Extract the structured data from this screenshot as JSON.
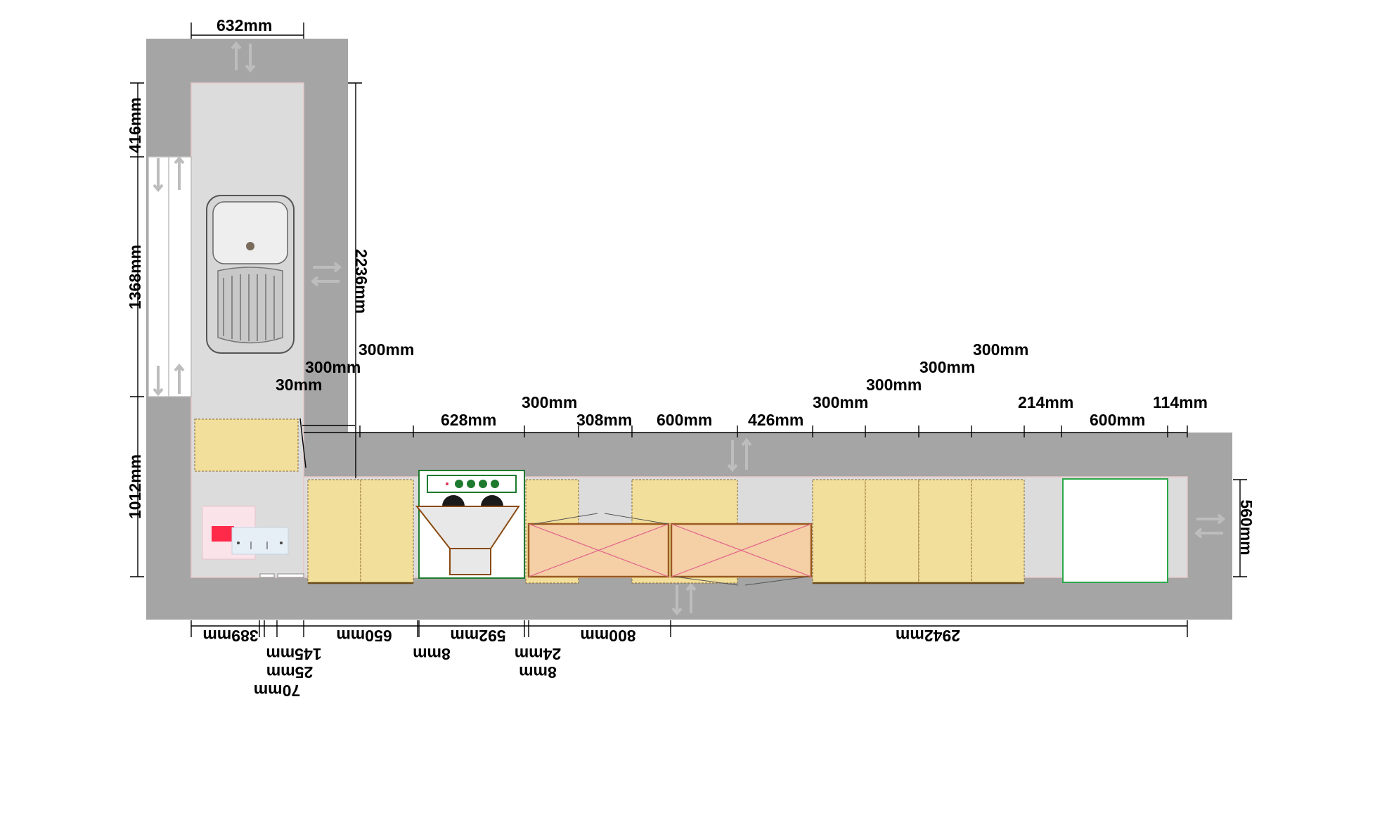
{
  "dimensions": {
    "top_width": "632mm",
    "left_upper": "416mm",
    "left_window": "1368mm",
    "left_lower": "1012mm",
    "right_run_height": "2236mm",
    "right_depth": "560mm",
    "label_300_a": "300mm",
    "label_300_b": "300mm",
    "label_30": "30mm",
    "top_row": [
      "628mm",
      "300mm",
      "308mm",
      "600mm",
      "426mm",
      "300mm",
      "300mm",
      "300mm",
      "300mm",
      "214mm",
      "600mm",
      "114mm"
    ],
    "bottom_row": [
      "389mm",
      "650mm",
      "592mm",
      "800mm",
      "2942mm"
    ],
    "bottom_stack_left": [
      "145mm",
      "25mm",
      "70mm"
    ],
    "bottom_8a": "8mm",
    "bottom_24": "24mm",
    "bottom_8b": "8mm"
  },
  "colors": {
    "wall": "#a5a5a5",
    "floor": "#dcdcdc",
    "cabinet": "#f2df9b",
    "drawer_unit": "#f5cfa6",
    "drawer_cross": "#e0608a",
    "fridge_outline": "#2aa84a",
    "hob_green": "#1e7a2e",
    "socket_red": "#ff2a4a"
  },
  "icons": [
    "sink-icon",
    "hob-icon",
    "dishwasher-icon",
    "socket-icon",
    "fridge-icon",
    "door-arrow-icon"
  ]
}
